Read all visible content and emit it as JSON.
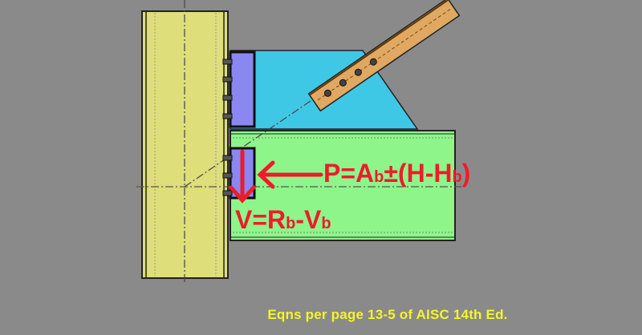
{
  "caption": "Eqns per page 13-5 of AISC 14th Ed.",
  "equations": {
    "axial": {
      "prefix": "P=A",
      "sub1": "b",
      "mid": "±(H-H",
      "sub2": "b",
      "suffix": ")"
    },
    "shear": {
      "prefix": "V=R",
      "sub1": "b",
      "mid": "-V",
      "sub2": "b"
    }
  },
  "colors": {
    "background": "#8a8a8a",
    "column": "#dede7a",
    "gusset": "#3ec8e6",
    "beam": "#8ef58a",
    "clip_angle": "#8a88f0",
    "brace": "#e0a860",
    "force_arrows": "#ee1c2a",
    "caption": "#f5f52a"
  },
  "components": [
    "column",
    "gusset-plate",
    "brace",
    "beam",
    "upper-clip-angle",
    "lower-clip-angle",
    "bolts"
  ]
}
